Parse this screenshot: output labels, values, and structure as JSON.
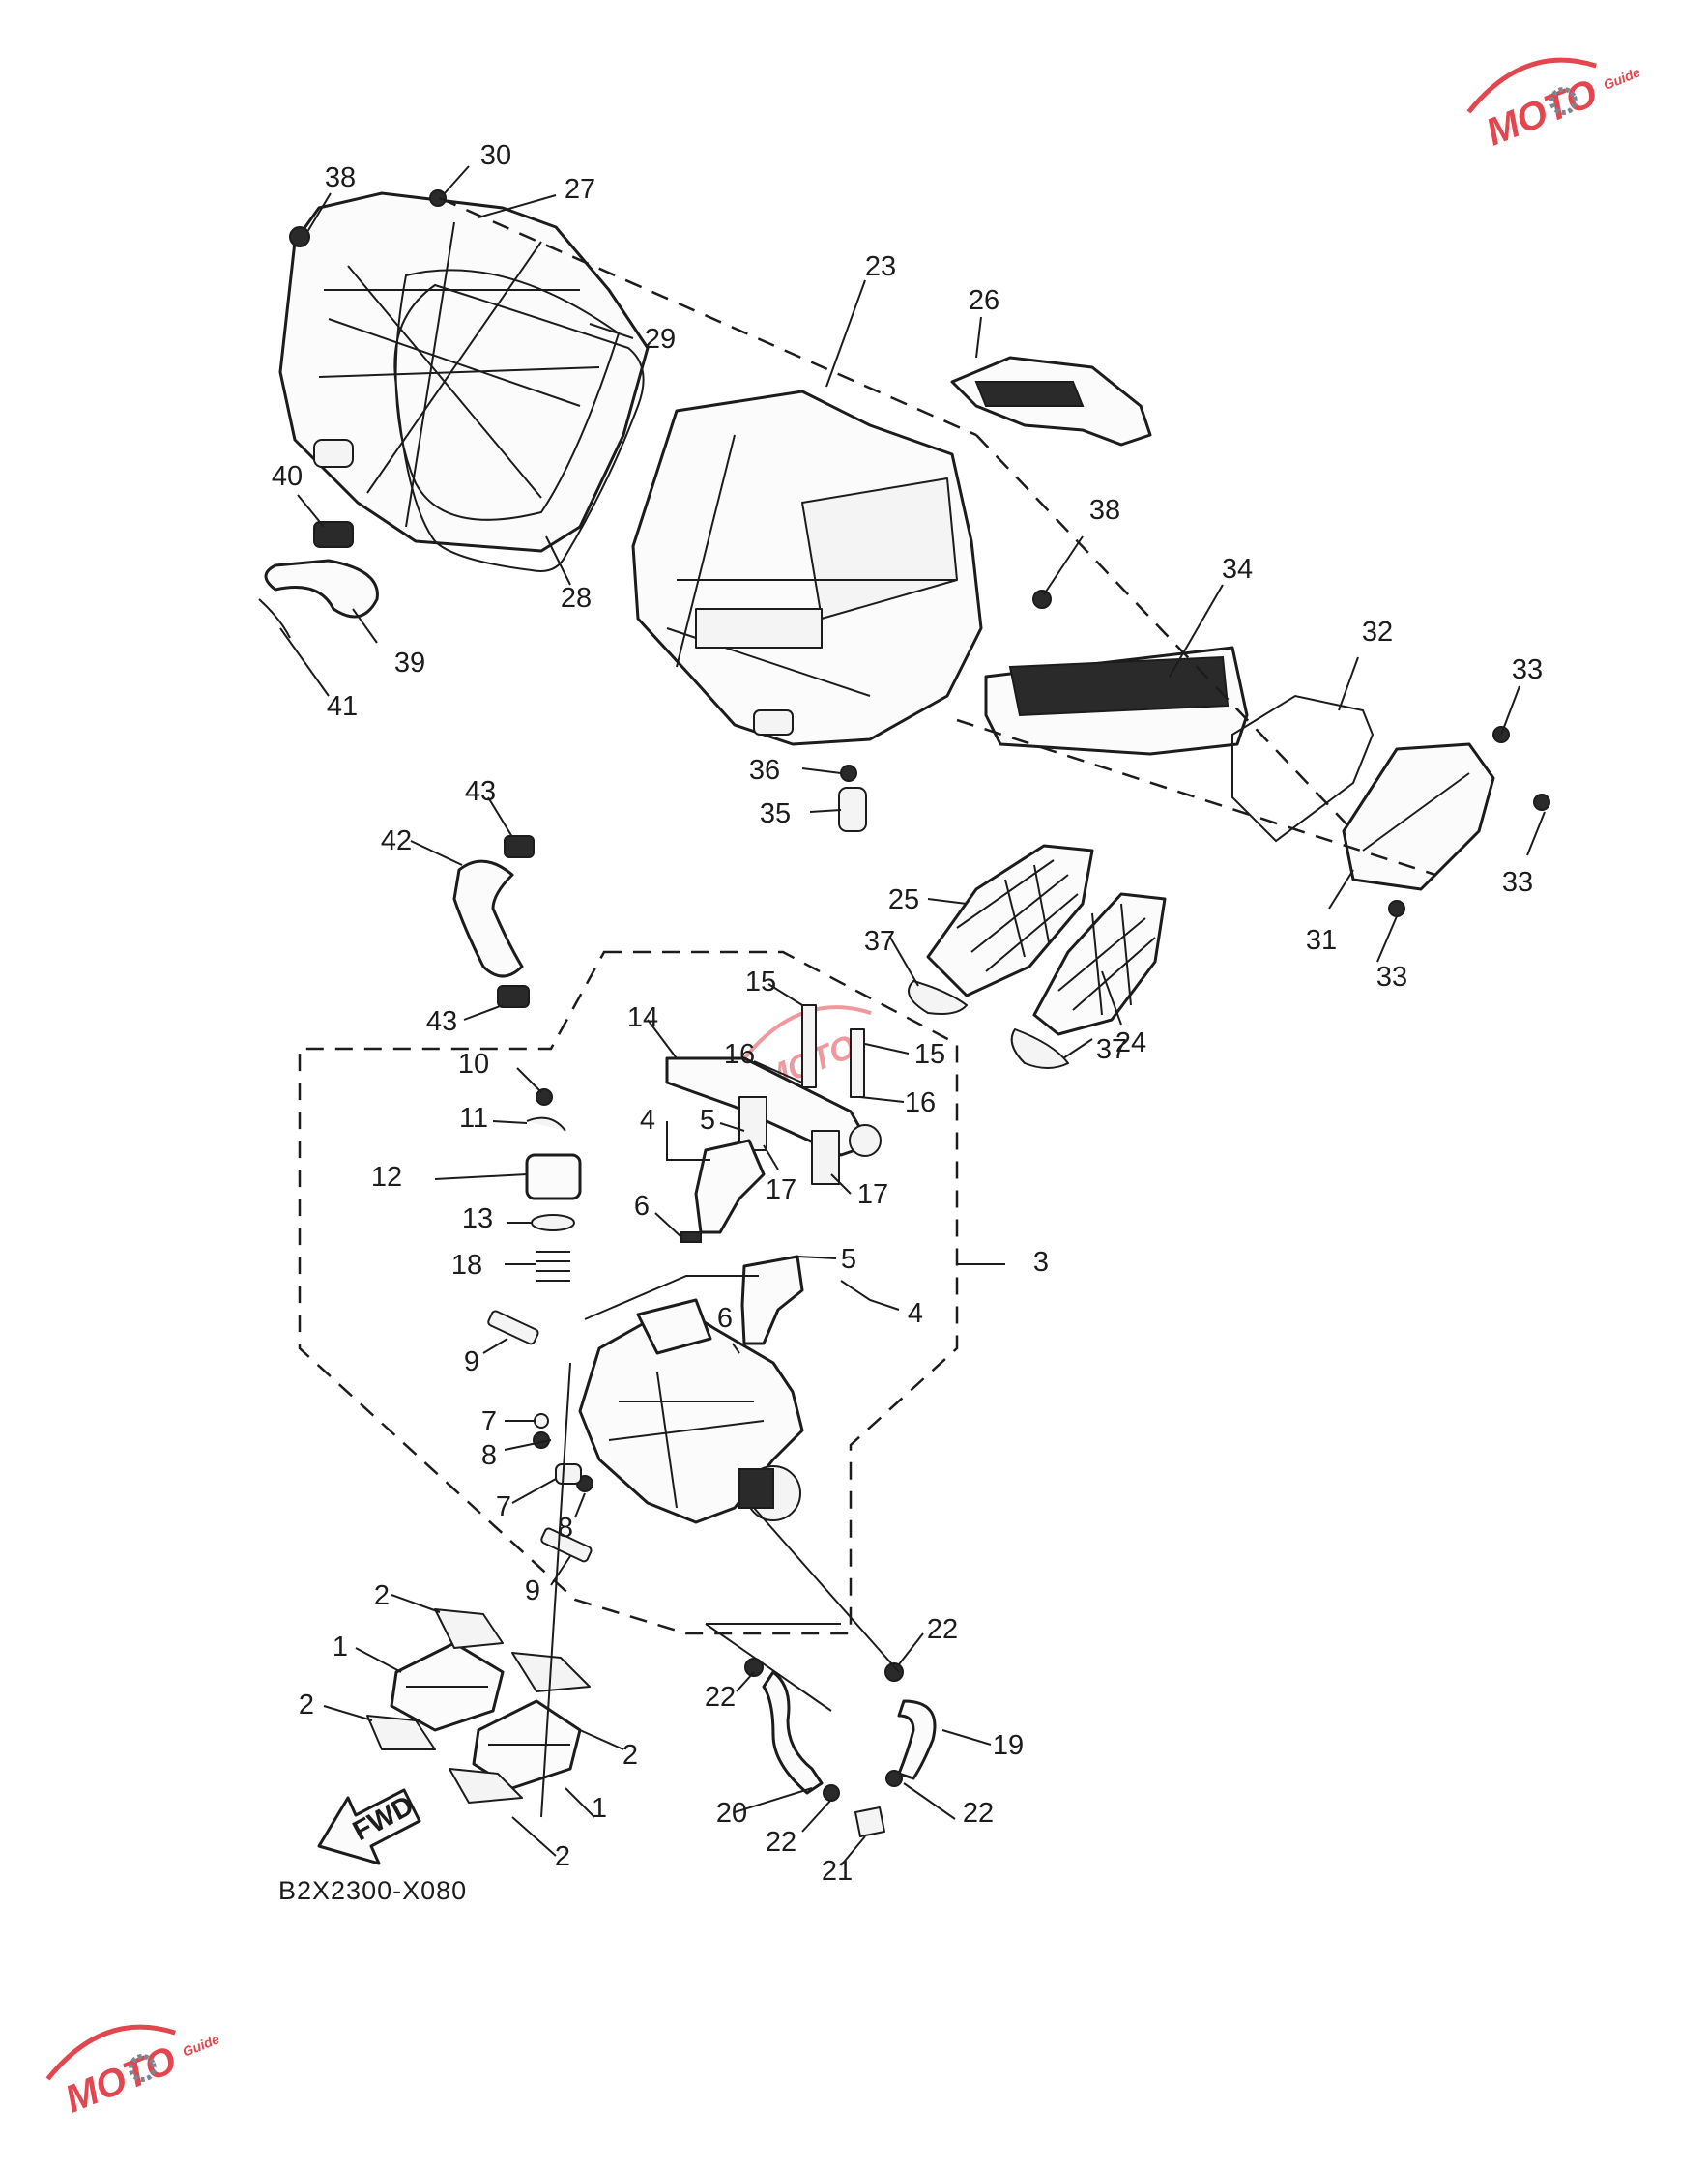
{
  "drawing_number": "B2X2300-X080",
  "direction_arrow": {
    "label": "FWD",
    "icon": "forward-arrow-icon"
  },
  "watermark": {
    "brand": "MOTO",
    "tagline": "Guide",
    "color_accent": "#e2474f",
    "color_gears": "#7a8793"
  },
  "parts": [
    {
      "id": "p38a",
      "label": "38"
    },
    {
      "id": "p30",
      "label": "30"
    },
    {
      "id": "p27",
      "label": "27"
    },
    {
      "id": "p23",
      "label": "23"
    },
    {
      "id": "p26",
      "label": "26"
    },
    {
      "id": "p29",
      "label": "29"
    },
    {
      "id": "p40",
      "label": "40"
    },
    {
      "id": "p38b",
      "label": "38"
    },
    {
      "id": "p34",
      "label": "34"
    },
    {
      "id": "p28",
      "label": "28"
    },
    {
      "id": "p32",
      "label": "32"
    },
    {
      "id": "p39",
      "label": "39"
    },
    {
      "id": "p33a",
      "label": "33"
    },
    {
      "id": "p41",
      "label": "41"
    },
    {
      "id": "p36",
      "label": "36"
    },
    {
      "id": "p43a",
      "label": "43"
    },
    {
      "id": "p35",
      "label": "35"
    },
    {
      "id": "p42",
      "label": "42"
    },
    {
      "id": "p33b",
      "label": "33"
    },
    {
      "id": "p25",
      "label": "25"
    },
    {
      "id": "p37a",
      "label": "37"
    },
    {
      "id": "p31",
      "label": "31"
    },
    {
      "id": "p33c",
      "label": "33"
    },
    {
      "id": "p43b",
      "label": "43"
    },
    {
      "id": "p15a",
      "label": "15"
    },
    {
      "id": "p14",
      "label": "14"
    },
    {
      "id": "p16a",
      "label": "16"
    },
    {
      "id": "p15b",
      "label": "15"
    },
    {
      "id": "p24",
      "label": "24"
    },
    {
      "id": "p37b",
      "label": "37"
    },
    {
      "id": "p10",
      "label": "10"
    },
    {
      "id": "p16b",
      "label": "16"
    },
    {
      "id": "p11",
      "label": "11"
    },
    {
      "id": "p4a",
      "label": "4"
    },
    {
      "id": "p5a",
      "label": "5"
    },
    {
      "id": "p12",
      "label": "12"
    },
    {
      "id": "p17a",
      "label": "17"
    },
    {
      "id": "p17b",
      "label": "17"
    },
    {
      "id": "p13",
      "label": "13"
    },
    {
      "id": "p6a",
      "label": "6"
    },
    {
      "id": "p18",
      "label": "18"
    },
    {
      "id": "p5b",
      "label": "5"
    },
    {
      "id": "p3",
      "label": "3"
    },
    {
      "id": "p4b",
      "label": "4"
    },
    {
      "id": "p6b",
      "label": "6"
    },
    {
      "id": "p9a",
      "label": "9"
    },
    {
      "id": "p7a",
      "label": "7"
    },
    {
      "id": "p8a",
      "label": "8"
    },
    {
      "id": "p7b",
      "label": "7"
    },
    {
      "id": "p8b",
      "label": "8"
    },
    {
      "id": "p9b",
      "label": "9"
    },
    {
      "id": "p2a",
      "label": "2"
    },
    {
      "id": "p22a",
      "label": "22"
    },
    {
      "id": "p1a",
      "label": "1"
    },
    {
      "id": "p22b",
      "label": "22"
    },
    {
      "id": "p2b",
      "label": "2"
    },
    {
      "id": "p2c",
      "label": "2"
    },
    {
      "id": "p19",
      "label": "19"
    },
    {
      "id": "p1b",
      "label": "1"
    },
    {
      "id": "p20",
      "label": "20"
    },
    {
      "id": "p22c",
      "label": "22"
    },
    {
      "id": "p22d",
      "label": "22"
    },
    {
      "id": "p2d",
      "label": "2"
    },
    {
      "id": "p21",
      "label": "21"
    }
  ]
}
